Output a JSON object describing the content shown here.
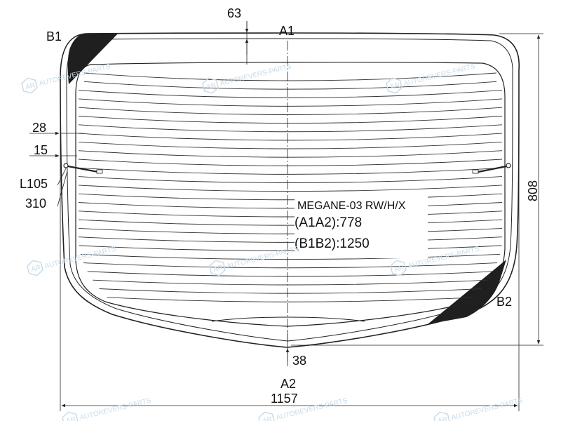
{
  "drawing": {
    "model_code": "MEGANE-03 RW/H/X",
    "spec_a1a2": "(A1A2):778",
    "spec_b1b2": "(B1B2):1250",
    "points": {
      "a1": "A1",
      "a2": "A2",
      "b1": "B1",
      "b2": "B2"
    },
    "dimensions": {
      "top_offset": "63",
      "bottom_offset": "38",
      "left_28": "28",
      "left_15": "15",
      "left_l105": "L105",
      "left_310": "310",
      "height": "808",
      "width": "1157"
    },
    "watermark": "AUTOREVERS-PARTS",
    "watermark_logo": "AR"
  },
  "colors": {
    "line": "#222222",
    "heater": "#333333",
    "dark_area": "#1f1f1f",
    "watermark": "#c9dcea",
    "background": "#ffffff"
  }
}
